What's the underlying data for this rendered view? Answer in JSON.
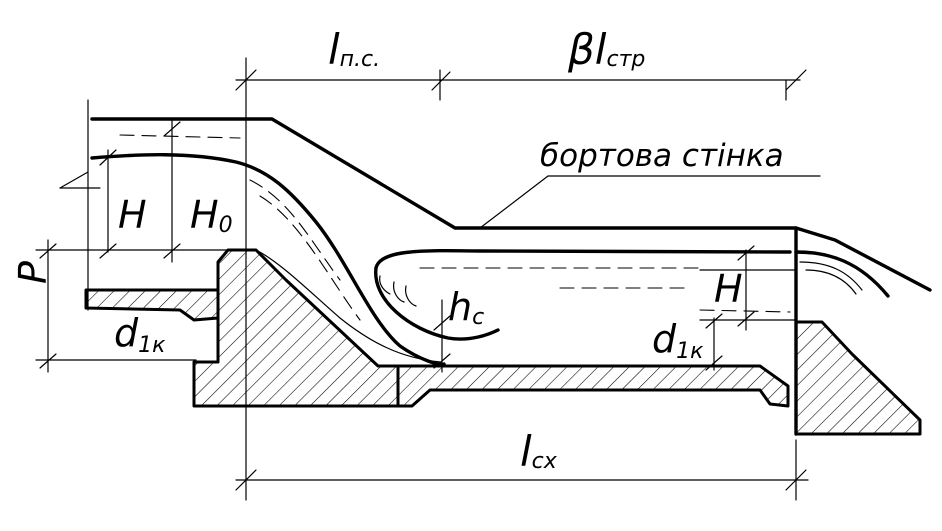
{
  "labels": {
    "l_ps": {
      "main": "l",
      "sub": "п.с."
    },
    "beta_l": {
      "main": "βl",
      "sub": "стр"
    },
    "wall": "бортова стінка",
    "H_left": "H",
    "H0": {
      "main": "H",
      "sub": "0"
    },
    "P": "P",
    "d1k_left": {
      "main": "d",
      "sub": "1к"
    },
    "hc": {
      "main": "h",
      "sub": "c"
    },
    "H_right": "H",
    "d1k_right": {
      "main": "d",
      "sub": "1к"
    },
    "l_cx": {
      "main": "l",
      "sub": "сх"
    }
  },
  "colors": {
    "ink": "#000000",
    "background": "#ffffff"
  }
}
